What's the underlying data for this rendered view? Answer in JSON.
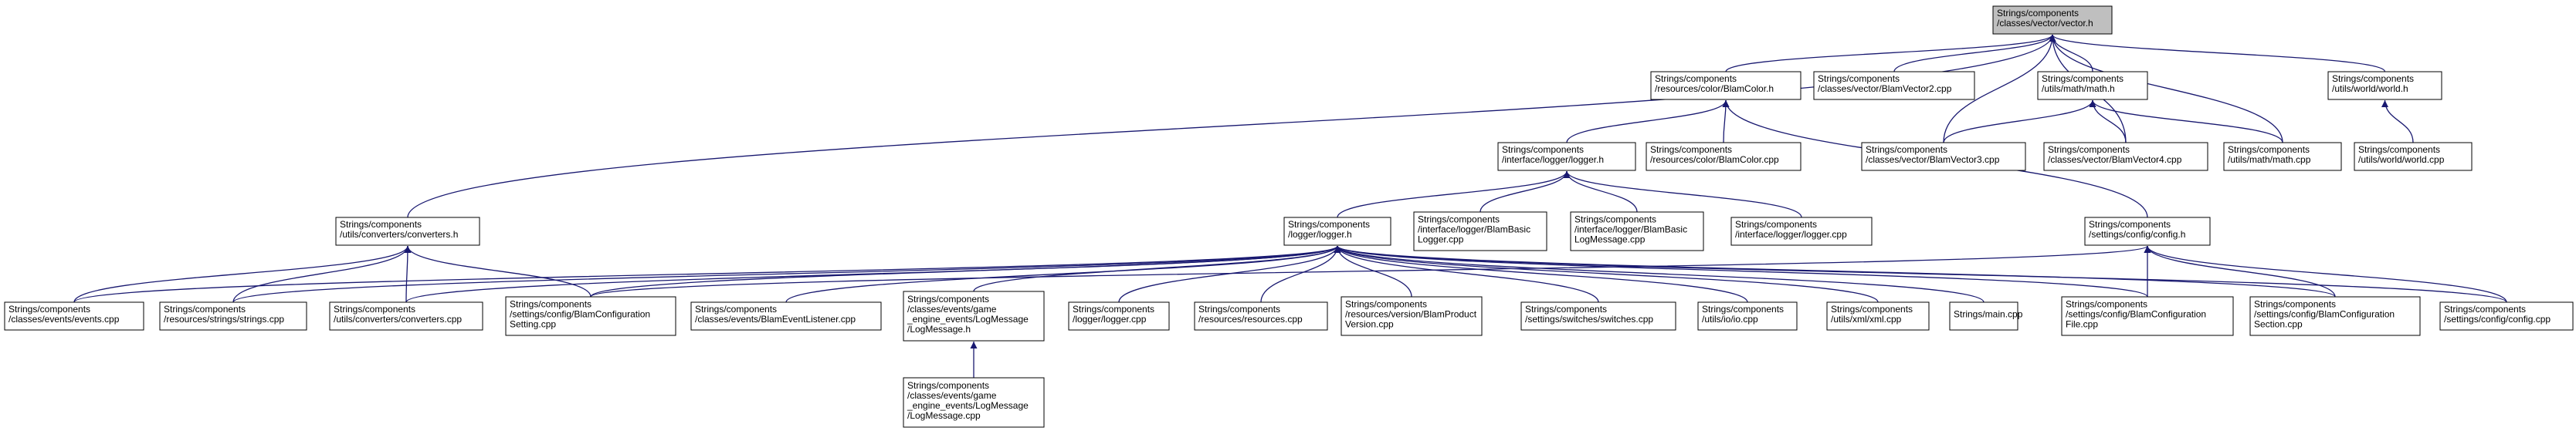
{
  "diagram": {
    "type": "include-dependency-graph",
    "colors": {
      "edge": "#191970",
      "root_fill": "#bfbfbf",
      "node_fill": "#ffffff",
      "node_border": "#000000"
    },
    "nodes": [
      {
        "id": "vector_h",
        "lines": [
          "Strings/components",
          "/classes/vector/vector.h"
        ],
        "root": true
      },
      {
        "id": "blamcolor_h",
        "lines": [
          "Strings/components",
          "/resources/color/BlamColor.h"
        ]
      },
      {
        "id": "blamvector2_cpp",
        "lines": [
          "Strings/components",
          "/classes/vector/BlamVector2.cpp"
        ]
      },
      {
        "id": "math_h",
        "lines": [
          "Strings/components",
          "/utils/math/math.h"
        ]
      },
      {
        "id": "world_h",
        "lines": [
          "Strings/components",
          "/utils/world/world.h"
        ]
      },
      {
        "id": "logger_if_h",
        "lines": [
          "Strings/components",
          "/interface/logger/logger.h"
        ]
      },
      {
        "id": "blamcolor_cpp",
        "lines": [
          "Strings/components",
          "/resources/color/BlamColor.cpp"
        ]
      },
      {
        "id": "blamvector3_cpp",
        "lines": [
          "Strings/components",
          "/classes/vector/BlamVector3.cpp"
        ]
      },
      {
        "id": "blamvector4_cpp",
        "lines": [
          "Strings/components",
          "/classes/vector/BlamVector4.cpp"
        ]
      },
      {
        "id": "math_cpp",
        "lines": [
          "Strings/components",
          "/utils/math/math.cpp"
        ]
      },
      {
        "id": "world_cpp",
        "lines": [
          "Strings/components",
          "/utils/world/world.cpp"
        ]
      },
      {
        "id": "converters_h",
        "lines": [
          "Strings/components",
          "/utils/converters/converters.h"
        ]
      },
      {
        "id": "logger_h",
        "lines": [
          "Strings/components",
          "/logger/logger.h"
        ]
      },
      {
        "id": "blambasiclogger_cpp",
        "lines": [
          "Strings/components",
          "/interface/logger/BlamBasic",
          "Logger.cpp"
        ]
      },
      {
        "id": "blambasiclogmessage_cpp",
        "lines": [
          "Strings/components",
          "/interface/logger/BlamBasic",
          "LogMessage.cpp"
        ]
      },
      {
        "id": "logger_if_cpp",
        "lines": [
          "Strings/components",
          "/interface/logger/logger.cpp"
        ]
      },
      {
        "id": "config_h",
        "lines": [
          "Strings/components",
          "/settings/config/config.h"
        ]
      },
      {
        "id": "events_cpp",
        "lines": [
          "Strings/components",
          "/classes/events/events.cpp"
        ]
      },
      {
        "id": "strings_cpp",
        "lines": [
          "Strings/components",
          "/resources/strings/strings.cpp"
        ]
      },
      {
        "id": "converters_cpp",
        "lines": [
          "Strings/components",
          "/utils/converters/converters.cpp"
        ]
      },
      {
        "id": "blamconfigsetting_cpp",
        "lines": [
          "Strings/components",
          "/settings/config/BlamConfiguration",
          "Setting.cpp"
        ]
      },
      {
        "id": "blameventlistener_cpp",
        "lines": [
          "Strings/components",
          "/classes/events/BlamEventListener.cpp"
        ]
      },
      {
        "id": "logmessage_h",
        "lines": [
          "Strings/components",
          "/classes/events/game",
          "_engine_events/LogMessage",
          "/LogMessage.h"
        ]
      },
      {
        "id": "logger_cpp",
        "lines": [
          "Strings/components",
          "/logger/logger.cpp"
        ]
      },
      {
        "id": "resources_cpp",
        "lines": [
          "Strings/components",
          "/resources/resources.cpp"
        ]
      },
      {
        "id": "blamproductversion_cpp",
        "lines": [
          "Strings/components",
          "/resources/version/BlamProduct",
          "Version.cpp"
        ]
      },
      {
        "id": "switches_cpp",
        "lines": [
          "Strings/components",
          "/settings/switches/switches.cpp"
        ]
      },
      {
        "id": "io_cpp",
        "lines": [
          "Strings/components",
          "/utils/io/io.cpp"
        ]
      },
      {
        "id": "xml_cpp",
        "lines": [
          "Strings/components",
          "/utils/xml/xml.cpp"
        ]
      },
      {
        "id": "main_cpp",
        "lines": [
          "Strings/main.cpp"
        ]
      },
      {
        "id": "blamconfigfile_cpp",
        "lines": [
          "Strings/components",
          "/settings/config/BlamConfiguration",
          "File.cpp"
        ]
      },
      {
        "id": "blamconfigsection_cpp",
        "lines": [
          "Strings/components",
          "/settings/config/BlamConfiguration",
          "Section.cpp"
        ]
      },
      {
        "id": "config_cpp",
        "lines": [
          "Strings/components",
          "/settings/config/config.cpp"
        ]
      },
      {
        "id": "logmessage_cpp",
        "lines": [
          "Strings/components",
          "/classes/events/game",
          "_engine_events/LogMessage",
          "/LogMessage.cpp"
        ]
      }
    ],
    "edges": [
      [
        "blamcolor_h",
        "vector_h"
      ],
      [
        "blamvector2_cpp",
        "vector_h"
      ],
      [
        "math_h",
        "vector_h"
      ],
      [
        "world_h",
        "vector_h"
      ],
      [
        "converters_h",
        "vector_h"
      ],
      [
        "blamvector3_cpp",
        "vector_h"
      ],
      [
        "blamvector4_cpp",
        "vector_h"
      ],
      [
        "math_cpp",
        "vector_h"
      ],
      [
        "logger_if_h",
        "blamcolor_h"
      ],
      [
        "blamcolor_cpp",
        "blamcolor_h"
      ],
      [
        "config_h",
        "blamcolor_h"
      ],
      [
        "blamvector3_cpp",
        "math_h"
      ],
      [
        "blamvector4_cpp",
        "math_h"
      ],
      [
        "math_cpp",
        "math_h"
      ],
      [
        "world_cpp",
        "world_h"
      ],
      [
        "logger_h",
        "logger_if_h"
      ],
      [
        "blambasiclogger_cpp",
        "logger_if_h"
      ],
      [
        "blambasiclogmessage_cpp",
        "logger_if_h"
      ],
      [
        "logger_if_cpp",
        "logger_if_h"
      ],
      [
        "events_cpp",
        "converters_h"
      ],
      [
        "strings_cpp",
        "converters_h"
      ],
      [
        "converters_cpp",
        "converters_h"
      ],
      [
        "blamconfigsetting_cpp",
        "converters_h"
      ],
      [
        "events_cpp",
        "logger_h"
      ],
      [
        "strings_cpp",
        "logger_h"
      ],
      [
        "converters_cpp",
        "logger_h"
      ],
      [
        "blamconfigsetting_cpp",
        "logger_h"
      ],
      [
        "blameventlistener_cpp",
        "logger_h"
      ],
      [
        "logmessage_h",
        "logger_h"
      ],
      [
        "logger_cpp",
        "logger_h"
      ],
      [
        "resources_cpp",
        "logger_h"
      ],
      [
        "blamproductversion_cpp",
        "logger_h"
      ],
      [
        "switches_cpp",
        "logger_h"
      ],
      [
        "io_cpp",
        "logger_h"
      ],
      [
        "xml_cpp",
        "logger_h"
      ],
      [
        "main_cpp",
        "logger_h"
      ],
      [
        "blamconfigfile_cpp",
        "logger_h"
      ],
      [
        "blamconfigsection_cpp",
        "logger_h"
      ],
      [
        "config_cpp",
        "logger_h"
      ],
      [
        "blamconfigsetting_cpp",
        "config_h"
      ],
      [
        "blamconfigfile_cpp",
        "config_h"
      ],
      [
        "blamconfigsection_cpp",
        "config_h"
      ],
      [
        "config_cpp",
        "config_h"
      ],
      [
        "logmessage_cpp",
        "logmessage_h"
      ]
    ]
  }
}
